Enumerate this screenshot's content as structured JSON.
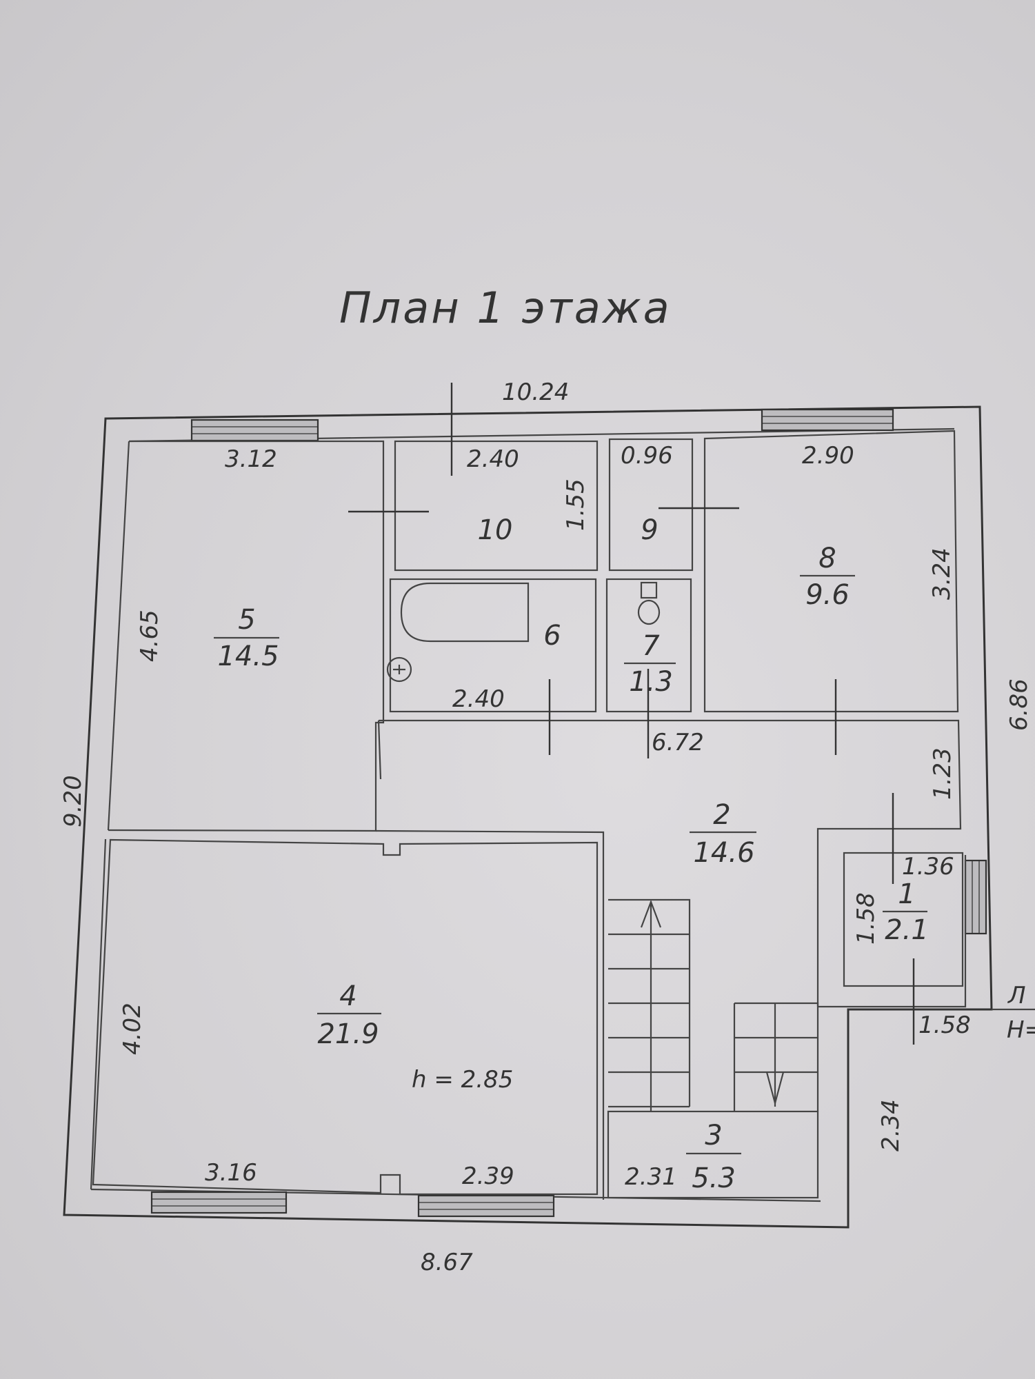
{
  "title": "План 1 этажа",
  "rooms": {
    "r1": {
      "number": "1",
      "area": "2.1"
    },
    "r2": {
      "number": "2",
      "area": "14.6"
    },
    "r3": {
      "number": "3",
      "area": "5.3"
    },
    "r4": {
      "number": "4",
      "area": "21.9"
    },
    "r5": {
      "number": "5",
      "area": "14.5"
    },
    "r6": {
      "number": "6"
    },
    "r7": {
      "number": "7",
      "area": "1.3"
    },
    "r8": {
      "number": "8",
      "area": "9.6"
    },
    "r9": {
      "number": "9"
    },
    "r10": {
      "number": "10"
    }
  },
  "ceiling_height": "h = 2.85",
  "dimensions": {
    "top_overall": "10.24",
    "left_overall": "9.20",
    "right_overall": "6.86",
    "bottom_overall": "8.67",
    "room5_width": "3.12",
    "room5_height": "4.65",
    "room10_width": "2.40",
    "room10_height": "1.55",
    "room9_width": "0.96",
    "room8_width": "2.90",
    "room8_height": "3.24",
    "room6_width": "2.40",
    "corridor_width": "6.72",
    "corridor_height": "1.23",
    "room1_width": "1.36",
    "room1_height": "1.58",
    "room1_bottom": "1.58",
    "room4_height": "4.02",
    "room4_bottom_left": "3.16",
    "room4_bottom_right": "2.39",
    "room3_width": "2.31",
    "lower_right": "2.34"
  },
  "edge_text": {
    "line1": "Л",
    "line2": "Н="
  }
}
